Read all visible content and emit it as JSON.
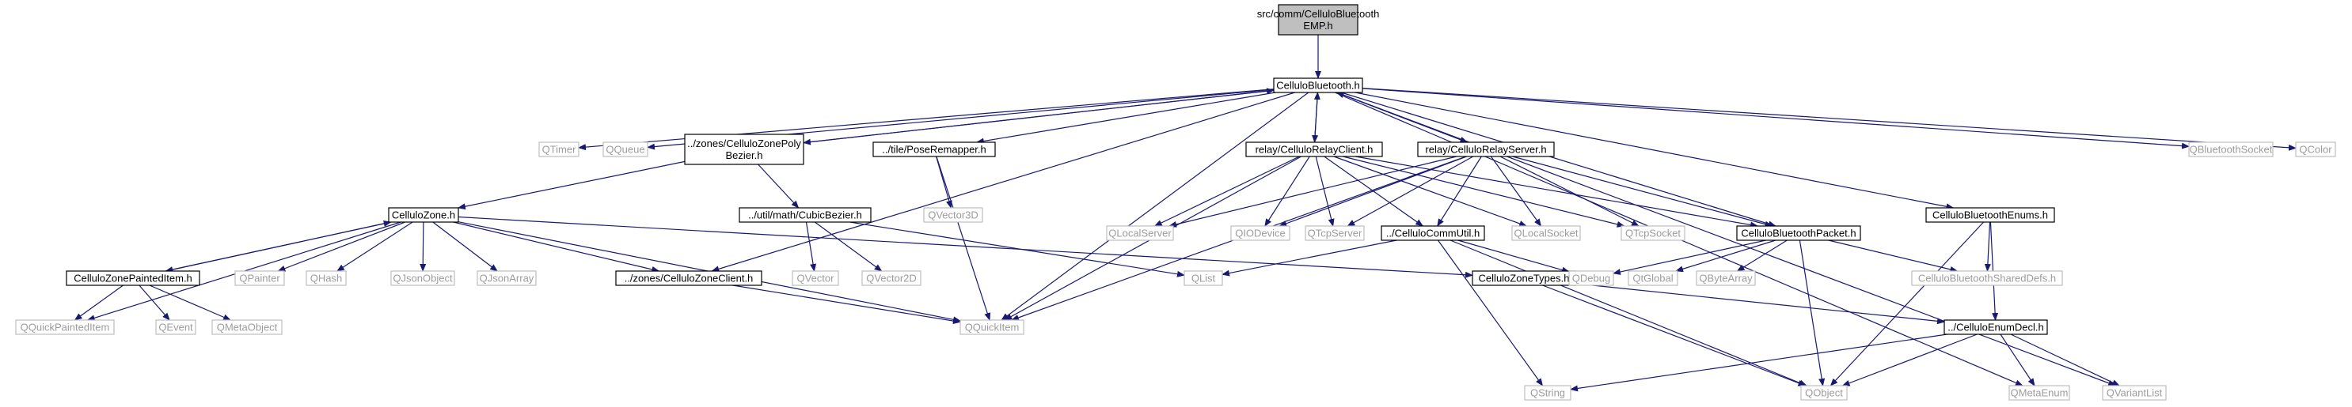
{
  "diagram": {
    "colors": {
      "edge": "#191970",
      "root_fill": "#bfbfbf",
      "project_border": "#000000",
      "external_border": "#bfbfbf",
      "project_text": "#000000",
      "external_text": "#9c9c9c"
    },
    "nodes": [
      {
        "id": "root",
        "kind": "root",
        "lines": [
          "src/comm/CelluloBluetooth",
          "EMP.h"
        ]
      },
      {
        "id": "cellulo_bluetooth",
        "kind": "project",
        "lines": [
          "CelluloBluetooth.h"
        ]
      },
      {
        "id": "qtimer",
        "kind": "external",
        "lines": [
          "QTimer"
        ]
      },
      {
        "id": "qqueue",
        "kind": "external",
        "lines": [
          "QQueue"
        ]
      },
      {
        "id": "zone_poly_bezier",
        "kind": "project",
        "lines": [
          "../zones/CelluloZonePoly",
          "Bezier.h"
        ]
      },
      {
        "id": "pose_remapper",
        "kind": "project",
        "lines": [
          "../tile/PoseRemapper.h"
        ]
      },
      {
        "id": "relay_client",
        "kind": "project",
        "lines": [
          "relay/CelluloRelayClient.h"
        ]
      },
      {
        "id": "relay_server",
        "kind": "project",
        "lines": [
          "relay/CelluloRelayServer.h"
        ]
      },
      {
        "id": "qbluetoothsocket",
        "kind": "external",
        "lines": [
          "QBluetoothSocket"
        ]
      },
      {
        "id": "qcolor",
        "kind": "external",
        "lines": [
          "QColor"
        ]
      },
      {
        "id": "cellulo_zone",
        "kind": "project",
        "lines": [
          "CelluloZone.h"
        ]
      },
      {
        "id": "cubic_bezier",
        "kind": "project",
        "lines": [
          "../util/math/CubicBezier.h"
        ]
      },
      {
        "id": "qvector3d",
        "kind": "external",
        "lines": [
          "QVector3D"
        ]
      },
      {
        "id": "qlocalserver",
        "kind": "external",
        "lines": [
          "QLocalServer"
        ]
      },
      {
        "id": "qiodevice",
        "kind": "external",
        "lines": [
          "QIODevice"
        ]
      },
      {
        "id": "qtcpserver",
        "kind": "external",
        "lines": [
          "QTcpServer"
        ]
      },
      {
        "id": "comm_util",
        "kind": "project",
        "lines": [
          "../CelluloCommUtil.h"
        ]
      },
      {
        "id": "qlocalsocket",
        "kind": "external",
        "lines": [
          "QLocalSocket"
        ]
      },
      {
        "id": "qtcpsocket",
        "kind": "external",
        "lines": [
          "QTcpSocket"
        ]
      },
      {
        "id": "bluetooth_packet",
        "kind": "project",
        "lines": [
          "CelluloBluetoothPacket.h"
        ]
      },
      {
        "id": "bluetooth_enums",
        "kind": "project",
        "lines": [
          "CelluloBluetoothEnums.h"
        ]
      },
      {
        "id": "zone_painted_item",
        "kind": "project",
        "lines": [
          "CelluloZonePaintedItem.h"
        ]
      },
      {
        "id": "qpainter",
        "kind": "external",
        "lines": [
          "QPainter"
        ]
      },
      {
        "id": "qhash",
        "kind": "external",
        "lines": [
          "QHash"
        ]
      },
      {
        "id": "qjsonobject",
        "kind": "external",
        "lines": [
          "QJsonObject"
        ]
      },
      {
        "id": "qjsonarray",
        "kind": "external",
        "lines": [
          "QJsonArray"
        ]
      },
      {
        "id": "zone_client",
        "kind": "project",
        "lines": [
          "../zones/CelluloZoneClient.h"
        ]
      },
      {
        "id": "qvector",
        "kind": "external",
        "lines": [
          "QVector"
        ]
      },
      {
        "id": "qvector2d",
        "kind": "external",
        "lines": [
          "QVector2D"
        ]
      },
      {
        "id": "qlist",
        "kind": "external",
        "lines": [
          "QList"
        ]
      },
      {
        "id": "zone_types",
        "kind": "project",
        "lines": [
          "CelluloZoneTypes.h"
        ]
      },
      {
        "id": "qdebug",
        "kind": "external",
        "lines": [
          "QDebug"
        ]
      },
      {
        "id": "qtglobal",
        "kind": "external",
        "lines": [
          "QtGlobal"
        ]
      },
      {
        "id": "qbytearray",
        "kind": "external",
        "lines": [
          "QByteArray"
        ]
      },
      {
        "id": "shared_defs",
        "kind": "external",
        "lines": [
          "CelluloBluetoothSharedDefs.h"
        ]
      },
      {
        "id": "qquickpainteditem",
        "kind": "external",
        "lines": [
          "QQuickPaintedItem"
        ]
      },
      {
        "id": "qevent",
        "kind": "external",
        "lines": [
          "QEvent"
        ]
      },
      {
        "id": "qmetaobject",
        "kind": "external",
        "lines": [
          "QMetaObject"
        ]
      },
      {
        "id": "qquickitem",
        "kind": "external",
        "lines": [
          "QQuickItem"
        ]
      },
      {
        "id": "enum_decl",
        "kind": "project",
        "lines": [
          "../CelluloEnumDecl.h"
        ]
      },
      {
        "id": "qstring",
        "kind": "external",
        "lines": [
          "QString"
        ]
      },
      {
        "id": "qobject",
        "kind": "external",
        "lines": [
          "QObject"
        ]
      },
      {
        "id": "qmetaenum",
        "kind": "external",
        "lines": [
          "QMetaEnum"
        ]
      },
      {
        "id": "qvariantlist",
        "kind": "external",
        "lines": [
          "QVariantList"
        ]
      }
    ],
    "edges": [
      {
        "from": "root",
        "to": "cellulo_bluetooth"
      },
      {
        "from": "cellulo_bluetooth",
        "to": "qtimer"
      },
      {
        "from": "cellulo_bluetooth",
        "to": "qqueue"
      },
      {
        "from": "cellulo_bluetooth",
        "to": "zone_poly_bezier"
      },
      {
        "from": "zone_poly_bezier",
        "to": "cellulo_bluetooth"
      },
      {
        "from": "cellulo_bluetooth",
        "to": "pose_remapper"
      },
      {
        "from": "cellulo_bluetooth",
        "to": "relay_client"
      },
      {
        "from": "relay_client",
        "to": "cellulo_bluetooth"
      },
      {
        "from": "cellulo_bluetooth",
        "to": "relay_server"
      },
      {
        "from": "relay_server",
        "to": "cellulo_bluetooth"
      },
      {
        "from": "cellulo_bluetooth",
        "to": "bluetooth_packet"
      },
      {
        "from": "cellulo_bluetooth",
        "to": "bluetooth_enums"
      },
      {
        "from": "cellulo_bluetooth",
        "to": "qbluetoothsocket"
      },
      {
        "from": "cellulo_bluetooth",
        "to": "qcolor"
      },
      {
        "from": "cellulo_bluetooth",
        "to": "qquickitem"
      },
      {
        "from": "cellulo_bluetooth",
        "to": "zone_client"
      },
      {
        "from": "cellulo_bluetooth",
        "to": "qmetaenum"
      },
      {
        "from": "cellulo_bluetooth",
        "to": "qvariantlist"
      },
      {
        "from": "zone_poly_bezier",
        "to": "cellulo_zone"
      },
      {
        "from": "zone_poly_bezier",
        "to": "cubic_bezier"
      },
      {
        "from": "pose_remapper",
        "to": "qvector3d"
      },
      {
        "from": "pose_remapper",
        "to": "qquickitem"
      },
      {
        "from": "relay_client",
        "to": "qlocalserver"
      },
      {
        "from": "relay_client",
        "to": "qiodevice"
      },
      {
        "from": "relay_client",
        "to": "qtcpserver"
      },
      {
        "from": "relay_client",
        "to": "comm_util"
      },
      {
        "from": "relay_client",
        "to": "qlocalsocket"
      },
      {
        "from": "relay_client",
        "to": "qtcpsocket"
      },
      {
        "from": "relay_client",
        "to": "bluetooth_packet"
      },
      {
        "from": "relay_client",
        "to": "qquickitem"
      },
      {
        "from": "relay_server",
        "to": "qlocalserver"
      },
      {
        "from": "relay_server",
        "to": "qiodevice"
      },
      {
        "from": "relay_server",
        "to": "qtcpserver"
      },
      {
        "from": "relay_server",
        "to": "comm_util"
      },
      {
        "from": "relay_server",
        "to": "qlocalsocket"
      },
      {
        "from": "relay_server",
        "to": "qtcpsocket"
      },
      {
        "from": "relay_server",
        "to": "bluetooth_packet"
      },
      {
        "from": "relay_server",
        "to": "qquickitem"
      },
      {
        "from": "cellulo_zone",
        "to": "zone_painted_item"
      },
      {
        "from": "zone_painted_item",
        "to": "cellulo_zone"
      },
      {
        "from": "cellulo_zone",
        "to": "qpainter"
      },
      {
        "from": "cellulo_zone",
        "to": "qhash"
      },
      {
        "from": "cellulo_zone",
        "to": "qjsonobject"
      },
      {
        "from": "cellulo_zone",
        "to": "qjsonarray"
      },
      {
        "from": "cellulo_zone",
        "to": "zone_client"
      },
      {
        "from": "cellulo_zone",
        "to": "zone_types"
      },
      {
        "from": "cellulo_zone",
        "to": "qquickpainteditem"
      },
      {
        "from": "cellulo_zone",
        "to": "qquickitem"
      },
      {
        "from": "cubic_bezier",
        "to": "qvector"
      },
      {
        "from": "cubic_bezier",
        "to": "qvector2d"
      },
      {
        "from": "cubic_bezier",
        "to": "qlist"
      },
      {
        "from": "comm_util",
        "to": "qlist"
      },
      {
        "from": "comm_util",
        "to": "qdebug"
      },
      {
        "from": "comm_util",
        "to": "qstring"
      },
      {
        "from": "comm_util",
        "to": "qobject"
      },
      {
        "from": "bluetooth_packet",
        "to": "qdebug"
      },
      {
        "from": "bluetooth_packet",
        "to": "qtglobal"
      },
      {
        "from": "bluetooth_packet",
        "to": "qbytearray"
      },
      {
        "from": "bluetooth_packet",
        "to": "shared_defs"
      },
      {
        "from": "bluetooth_packet",
        "to": "qobject"
      },
      {
        "from": "bluetooth_enums",
        "to": "shared_defs"
      },
      {
        "from": "bluetooth_enums",
        "to": "enum_decl"
      },
      {
        "from": "bluetooth_enums",
        "to": "qobject"
      },
      {
        "from": "zone_painted_item",
        "to": "qquickpainteditem"
      },
      {
        "from": "zone_painted_item",
        "to": "qevent"
      },
      {
        "from": "zone_painted_item",
        "to": "qmetaobject"
      },
      {
        "from": "zone_client",
        "to": "qquickitem"
      },
      {
        "from": "zone_types",
        "to": "qobject"
      },
      {
        "from": "zone_types",
        "to": "enum_decl"
      },
      {
        "from": "enum_decl",
        "to": "qstring"
      },
      {
        "from": "enum_decl",
        "to": "qobject"
      },
      {
        "from": "enum_decl",
        "to": "qmetaenum"
      },
      {
        "from": "enum_decl",
        "to": "qvariantlist"
      }
    ]
  }
}
